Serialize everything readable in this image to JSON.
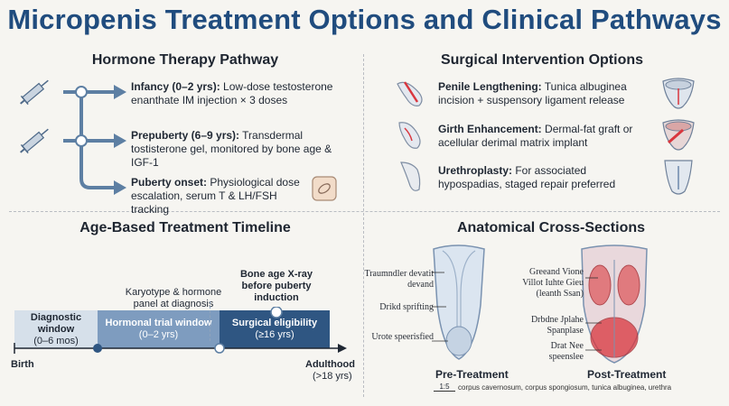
{
  "title": "Micropenis Treatment Options and Clinical Pathways",
  "hormone": {
    "heading": "Hormone Therapy Pathway",
    "steps": [
      {
        "bold": "Infancy (0–2 yrs):",
        "text": " Low-dose testosterone enanthate IM injection × 3 doses",
        "icon": "syringe-icon"
      },
      {
        "bold": "Prepuberty (6–9 yrs):",
        "text": " Transdermal tostisterone gel, monitored by bone age & IGF-1",
        "icon": "syringe-icon"
      },
      {
        "bold": "Puberty onset:",
        "text": " Physiological dose escalation, serum T & LH/FSH tracking",
        "icon": "gel-patch-icon"
      }
    ]
  },
  "surgery": {
    "heading": "Surgical Intervention Options",
    "options": [
      {
        "bold": "Penile Lengthening:",
        "text": " Tunica albuginea incision + suspensory ligament release"
      },
      {
        "bold": "Girth Enhancement:",
        "text": " Dermal-fat graft or acellular derimal matrix implant"
      },
      {
        "bold": "Urethroplasty:",
        "text": " For associated hypospadias, staged repair preferred"
      }
    ]
  },
  "timeline": {
    "heading": "Age-Based Treatment Timeline",
    "start_label": "Birth",
    "end_label": "Adulthood",
    "end_sub": "(>18 yrs)",
    "segments": [
      {
        "label": "Diagnostic window",
        "sub": "(0–6 mos)",
        "color": "#d6e0ea"
      },
      {
        "label": "Hormonal trial window",
        "sub": "(0–2 yrs)",
        "color": "#7e9cbf"
      },
      {
        "label": "Surgical eligibility",
        "sub": "(≥16 yrs)",
        "color": "#2f5682"
      }
    ],
    "callout_1": "Karyotype & hormone panel at diagnosis",
    "callout_2": "Bone age X-ray before puberty induction"
  },
  "anatomy": {
    "heading": "Anatomical Cross-Sections",
    "left_labels": [
      "Traumndler devatit devand",
      "Drikd sprifting",
      "Urote speerisfied"
    ],
    "right_labels": [
      "Greeand Vione Villot Iuhte Gieu (leanth Ssan)",
      "Drbdne Jplahe Spanplase",
      "Drat Nee speenslee"
    ],
    "pre_caption": "Pre-Treatment",
    "post_caption": "Post-Treatment",
    "scale": "1:5",
    "footnote": "corpus cavernosum, corpus spongiosum, tunica albuginea, urethra"
  },
  "colors": {
    "title": "#204c7e",
    "arrow": "#5d7fa3",
    "accent_red": "#d9363e"
  }
}
